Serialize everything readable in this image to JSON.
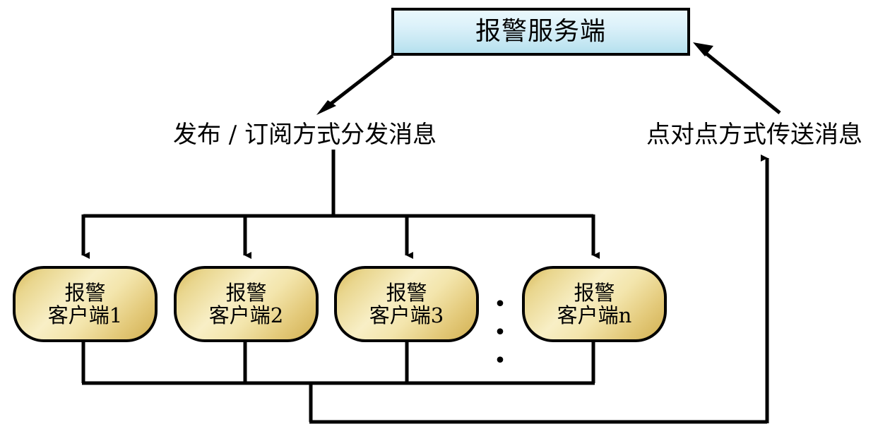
{
  "diagram": {
    "title_text": "报警服务端",
    "type": "flow-diagram",
    "background": "#ffffff",
    "line_color": "#000000",
    "server": {
      "name": "alarm-server",
      "label": "报警服务端",
      "shape": "rectangle",
      "fill_top": "#eaf8fc",
      "fill_bottom": "#b4e0ee",
      "border_color": "#000000"
    },
    "clients": [
      {
        "name": "alarm-client-1",
        "line1": "报警",
        "line2": "客户端1"
      },
      {
        "name": "alarm-client-2",
        "line1": "报警",
        "line2": "客户端2"
      },
      {
        "name": "alarm-client-3",
        "line1": "报警",
        "line2": "客户端3"
      },
      {
        "name": "alarm-client-n",
        "line1": "报警",
        "line2": "客户端n"
      }
    ],
    "client_style": {
      "shape": "rounded-rectangle",
      "fill_dark": "#d2b052",
      "fill_light": "#f8efc6",
      "border_color": "#000000"
    },
    "ellipsis": "• • •",
    "labels": {
      "downstream": "发布 / 订阅方式分发消息",
      "upstream": "点对点方式传送消息"
    },
    "edges": [
      {
        "name": "server-to-clients",
        "from": "alarm-server",
        "to": "alarm-clients-bus",
        "label": "发布 / 订阅方式分发消息",
        "direction": "downstream",
        "style": "fan-out"
      },
      {
        "name": "clients-to-server",
        "from": "alarm-clients-bus",
        "to": "alarm-server",
        "label": "点对点方式传送消息",
        "direction": "upstream",
        "style": "fan-in"
      }
    ]
  }
}
